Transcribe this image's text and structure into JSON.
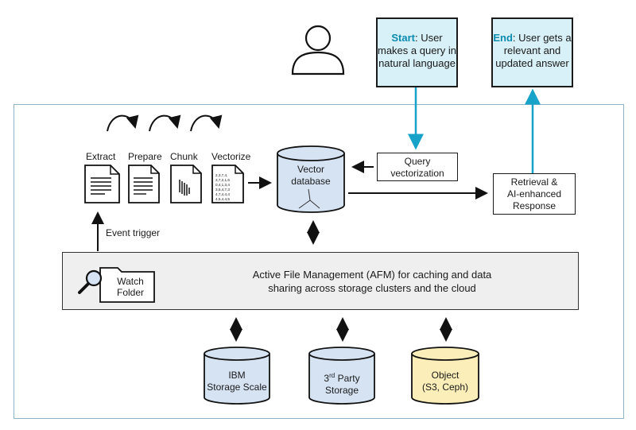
{
  "start": {
    "keyword": "Start",
    "text": ": User makes a query in natural language"
  },
  "end": {
    "keyword": "End",
    "text": ": User gets a relevant and updated answer"
  },
  "steps": [
    "Extract",
    "Prepare",
    "Chunk",
    "Vectorize"
  ],
  "vectorize_doc": [
    "2,3,7,4,",
    "3,7,2,1,6",
    "0,4,1,3,4",
    "3,5,4,7,3",
    "4,7,4,4,4",
    "4,5,4,4,5"
  ],
  "vector_db": {
    "line1": "Vector",
    "line2": "database"
  },
  "query_vectorization": {
    "line1": "Query",
    "line2": "vectorization"
  },
  "retrieval": {
    "line1": "Retrieval &",
    "line2": "AI-enhanced",
    "line3": "Response"
  },
  "event_trigger": "Event trigger",
  "watch_folder": {
    "line1": "Watch",
    "line2": "Folder"
  },
  "afm": {
    "line1": "Active File Management (AFM) for caching and data",
    "line2": "sharing across storage clusters and the cloud"
  },
  "storage": [
    {
      "line1": "IBM",
      "line2": "Storage Scale",
      "color": "#d6e3f3"
    },
    {
      "line1_prefix": "3",
      "line1_sup": "rd",
      "line1_suffix": " Party",
      "line2": "Storage",
      "color": "#d6e3f3"
    },
    {
      "line1": "Object",
      "line2": "(S3, Ceph)",
      "color": "#fbeeb8"
    }
  ],
  "colors": {
    "accent": "#0a8bb0",
    "callout_fill": "#d8f0f7",
    "frame": "#8fb3c9",
    "afm_fill": "#efefef"
  }
}
